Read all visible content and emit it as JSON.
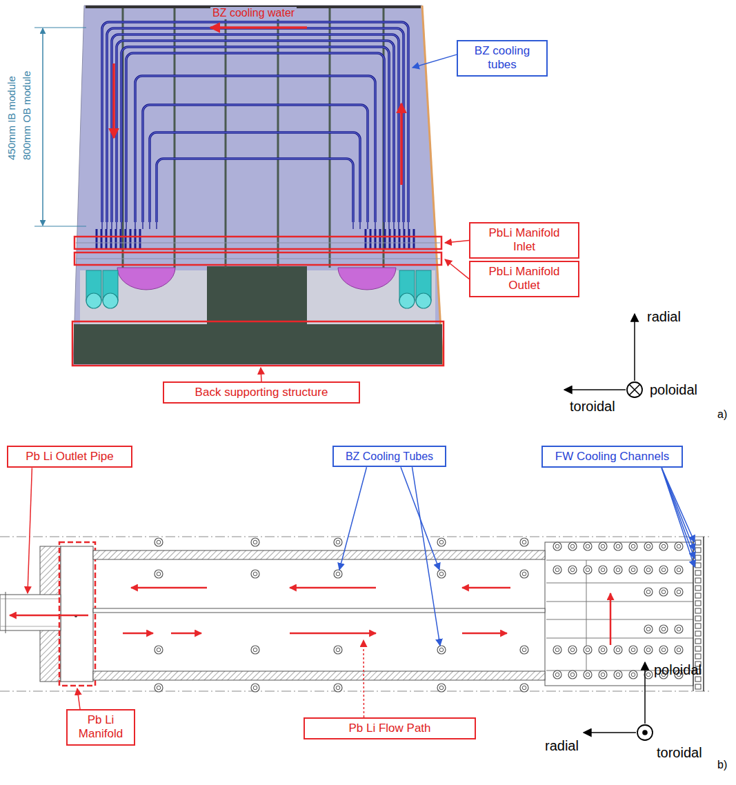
{
  "diagram": {
    "nodes": [
      {
        "text": [
          "BZ cooling tubes"
        ]
      },
      {
        "text": [
          "PbLi Manifold Inlet"
        ]
      },
      {
        "text": [
          "PbLi Manifold Outlet"
        ]
      },
      {
        "text": [
          "Back supporting structure"
        ]
      },
      {
        "text": [
          "Pb Li Outlet Pipe"
        ]
      },
      {
        "text": [
          "BZ Cooling Tubes"
        ]
      },
      {
        "text": [
          "FW Cooling Channels"
        ]
      },
      {
        "text": [
          "Pb Li Manifold"
        ]
      },
      {
        "text": [
          "Pb Li Flow Path"
        ]
      }
    ],
    "labels": [
      "BZ cooling water",
      "450mm IB module",
      "800mm OB module",
      "radial",
      "poloidal",
      "toroidal",
      "a)",
      "poloidal",
      "radial",
      "toroidal",
      "b)"
    ]
  }
}
